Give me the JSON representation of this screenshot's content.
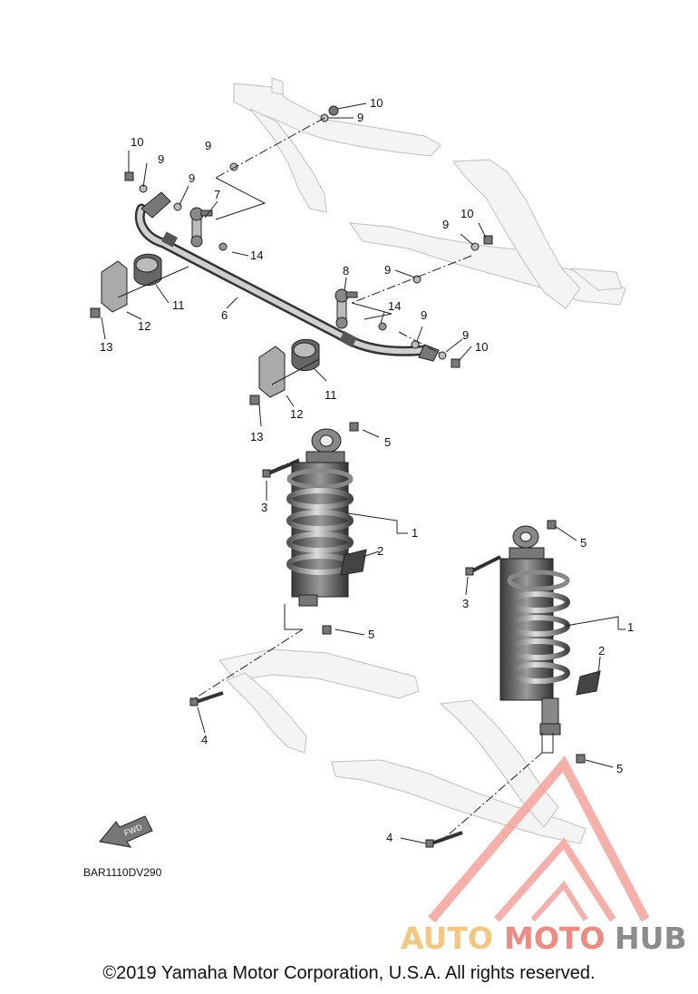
{
  "diagram": {
    "part_code": "BAR1110DV290",
    "fwd_label": "FWD",
    "callouts": [
      {
        "id": "c10a",
        "text": "10"
      },
      {
        "id": "c9a",
        "text": "9"
      },
      {
        "id": "c10b",
        "text": "10"
      },
      {
        "id": "c9b",
        "text": "9"
      },
      {
        "id": "c9c",
        "text": "9"
      },
      {
        "id": "c9d",
        "text": "9"
      },
      {
        "id": "c7",
        "text": "7"
      },
      {
        "id": "c14a",
        "text": "14"
      },
      {
        "id": "c10c",
        "text": "10"
      },
      {
        "id": "c9e",
        "text": "9"
      },
      {
        "id": "c9f",
        "text": "9"
      },
      {
        "id": "c8",
        "text": "8"
      },
      {
        "id": "c11a",
        "text": "11"
      },
      {
        "id": "c6",
        "text": "6"
      },
      {
        "id": "c12a",
        "text": "12"
      },
      {
        "id": "c13a",
        "text": "13"
      },
      {
        "id": "c14b",
        "text": "14"
      },
      {
        "id": "c9g",
        "text": "9"
      },
      {
        "id": "c9h",
        "text": "9"
      },
      {
        "id": "c10d",
        "text": "10"
      },
      {
        "id": "c11b",
        "text": "11"
      },
      {
        "id": "c12b",
        "text": "12"
      },
      {
        "id": "c13b",
        "text": "13"
      },
      {
        "id": "c5a",
        "text": "5"
      },
      {
        "id": "c3a",
        "text": "3"
      },
      {
        "id": "c1a",
        "text": "1"
      },
      {
        "id": "c2a",
        "text": "2"
      },
      {
        "id": "c5b",
        "text": "5"
      },
      {
        "id": "c3b",
        "text": "3"
      },
      {
        "id": "c1b",
        "text": "1"
      },
      {
        "id": "c2b",
        "text": "2"
      },
      {
        "id": "c5c",
        "text": "5"
      },
      {
        "id": "c4a",
        "text": "4"
      },
      {
        "id": "c5d",
        "text": "5"
      },
      {
        "id": "c4b",
        "text": "4"
      }
    ]
  },
  "watermark": {
    "word_part1": "AUTO",
    "word_part2": "MOTO",
    "word_part3": "HUB",
    "color_primary": "#f5c77e",
    "color_secondary": "#f08a80",
    "color_tertiary": "#8c8c8c"
  },
  "footer": {
    "copyright": "©2019 Yamaha Motor Corporation, U.S.A. All rights reserved."
  }
}
